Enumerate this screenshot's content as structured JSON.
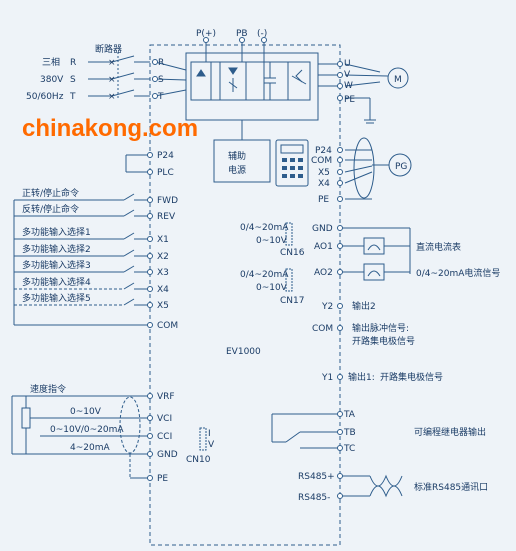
{
  "colors": {
    "line": "#2e5d8c",
    "text": "#1b3c66",
    "watermark": "#ff6a00",
    "background": "#eef3f8"
  },
  "top": {
    "p_plus": "P(+)",
    "pb": "PB",
    "minus": "(-)"
  },
  "breaker": "断路器",
  "power_inputs": [
    {
      "label": "三相",
      "terminal": "R"
    },
    {
      "label": "380V",
      "terminal": "S"
    },
    {
      "label": "50/60Hz",
      "terminal": "T"
    }
  ],
  "motor_terminals": [
    "U",
    "V",
    "W",
    "PE"
  ],
  "motor": "M",
  "aux_power": [
    "辅助",
    "电源"
  ],
  "watermark": "chinakong.com",
  "left_terminals": {
    "p24": "P24",
    "plc": "PLC",
    "fwd": "FWD",
    "rev": "REV",
    "x1": "X1",
    "x2": "X2",
    "x3": "X3",
    "x4": "X4",
    "x5": "X5",
    "com": "COM",
    "vrf": "VRF",
    "vci": "VCI",
    "cci": "CCI",
    "gnd": "GND",
    "pe": "PE"
  },
  "left_labels": {
    "fwd": "正转/停止命令",
    "rev": "反转/停止命令",
    "x1": "多功能输入选择1",
    "x2": "多功能输入选择2",
    "x3": "多功能输入选择3",
    "x4": "多功能输入选择4",
    "x5": "多功能输入选择5",
    "speed": "速度指令",
    "v010": "0~10V",
    "v010ma": "0~10V/0~20mA",
    "ma420": "4~20mA"
  },
  "jumpers": {
    "cn16": {
      "line1": "0/4~20mA",
      "line2": "0~10V",
      "name": "CN16"
    },
    "cn17": {
      "line1": "0/4~20mA",
      "line2": "0~10V",
      "name": "CN17"
    },
    "cn10": {
      "i": "I",
      "v": "V",
      "name": "CN10"
    }
  },
  "model": "EV1000",
  "right_terminals": {
    "p24": "P24",
    "com1": "COM",
    "x5": "X5",
    "x4": "X4",
    "pe": "PE",
    "gnd": "GND",
    "ao1": "AO1",
    "ao2": "AO2",
    "y2": "Y2",
    "com2": "COM",
    "y1": "Y1",
    "ta": "TA",
    "tb": "TB",
    "tc": "TC",
    "rs485p": "RS485+",
    "rs485m": "RS485-"
  },
  "pg": "PG",
  "right_labels": {
    "dc_meter": "直流电流表",
    "ao_signal": "0/4~20mA电流信号",
    "out2": "输出2",
    "pulse1": "输出脉冲信号:",
    "pulse2": "开路集电极信号",
    "out1": "输出1:",
    "out1b": "开路集电极信号",
    "relay": "可编程继电器输出",
    "rs485": "标准RS485通讯口"
  }
}
